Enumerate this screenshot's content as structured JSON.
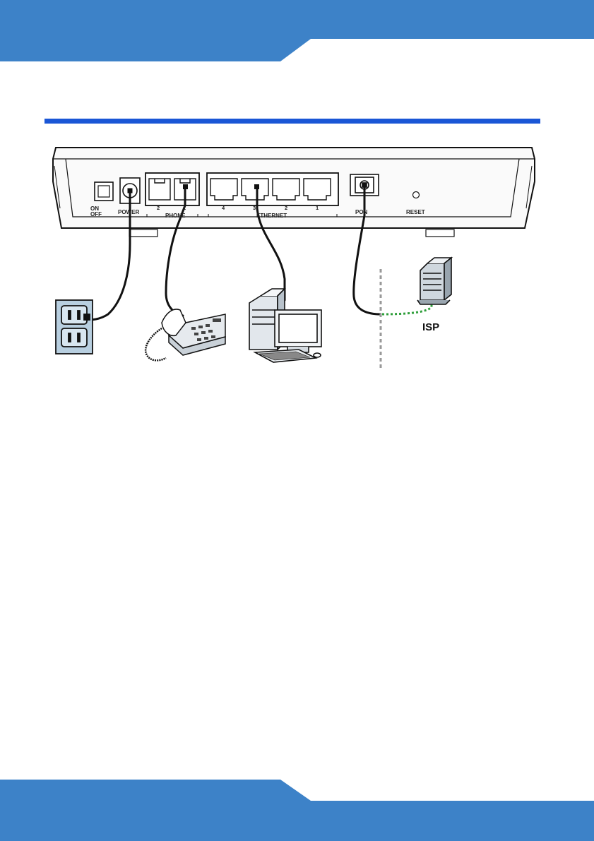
{
  "page": {
    "header_color": "#3d82c8",
    "rule_color": "#1a56d6",
    "footer_color": "#3d82c8"
  },
  "diagram": {
    "labels": {
      "on": "ON",
      "off": "OFF",
      "power": "POWER",
      "phone": "PHONE",
      "phone_ports": [
        "2",
        "1"
      ],
      "ethernet": "ETHERNET",
      "ethernet_ports": [
        "4",
        "3",
        "2",
        "1"
      ],
      "pon": "PON",
      "reset": "RESET",
      "isp": "ISP"
    },
    "devices": [
      "power-outlet",
      "telephone",
      "desktop-computer",
      "isp-server"
    ]
  }
}
